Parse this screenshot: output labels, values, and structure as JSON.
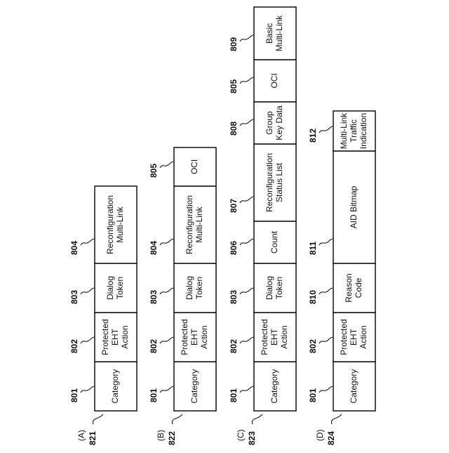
{
  "figures": [
    {
      "letter": "(A)",
      "ref": "821",
      "fields": [
        {
          "ref": "801",
          "lines": [
            "Category"
          ]
        },
        {
          "ref": "802",
          "lines": [
            "Protected",
            "EHT",
            "Action"
          ]
        },
        {
          "ref": "803",
          "lines": [
            "Dialog",
            "Token"
          ]
        },
        {
          "ref": "804",
          "lines": [
            "Reconfiguration",
            "Multi-Link"
          ]
        }
      ]
    },
    {
      "letter": "(B)",
      "ref": "822",
      "fields": [
        {
          "ref": "801",
          "lines": [
            "Category"
          ]
        },
        {
          "ref": "802",
          "lines": [
            "Protected",
            "EHT",
            "Action"
          ]
        },
        {
          "ref": "803",
          "lines": [
            "Dialog",
            "Token"
          ]
        },
        {
          "ref": "804",
          "lines": [
            "Reconfiguration",
            "Multi-Link"
          ]
        },
        {
          "ref": "805",
          "lines": [
            "OCI"
          ]
        }
      ]
    },
    {
      "letter": "(C)",
      "ref": "823",
      "fields": [
        {
          "ref": "801",
          "lines": [
            "Category"
          ]
        },
        {
          "ref": "802",
          "lines": [
            "Protected",
            "EHT",
            "Action"
          ]
        },
        {
          "ref": "803",
          "lines": [
            "Dialog",
            "Token"
          ]
        },
        {
          "ref": "806",
          "lines": [
            "Count"
          ]
        },
        {
          "ref": "807",
          "lines": [
            "Reconfiguration",
            "Status List"
          ]
        },
        {
          "ref": "808",
          "lines": [
            "Group",
            "Key Data"
          ]
        },
        {
          "ref": "805",
          "lines": [
            "OCI"
          ]
        },
        {
          "ref": "809",
          "lines": [
            "Basic",
            "Multi-Link"
          ]
        }
      ]
    },
    {
      "letter": "(D)",
      "ref": "824",
      "fields": [
        {
          "ref": "801",
          "lines": [
            "Category"
          ]
        },
        {
          "ref": "802",
          "lines": [
            "Protected",
            "EHT",
            "Action"
          ]
        },
        {
          "ref": "810",
          "lines": [
            "Reason",
            "Code"
          ]
        },
        {
          "ref": "811",
          "lines": [
            "AID Bitmap"
          ]
        },
        {
          "ref": "812",
          "lines": [
            "Multi-Link",
            "Traffic",
            "Indication"
          ]
        }
      ]
    }
  ]
}
